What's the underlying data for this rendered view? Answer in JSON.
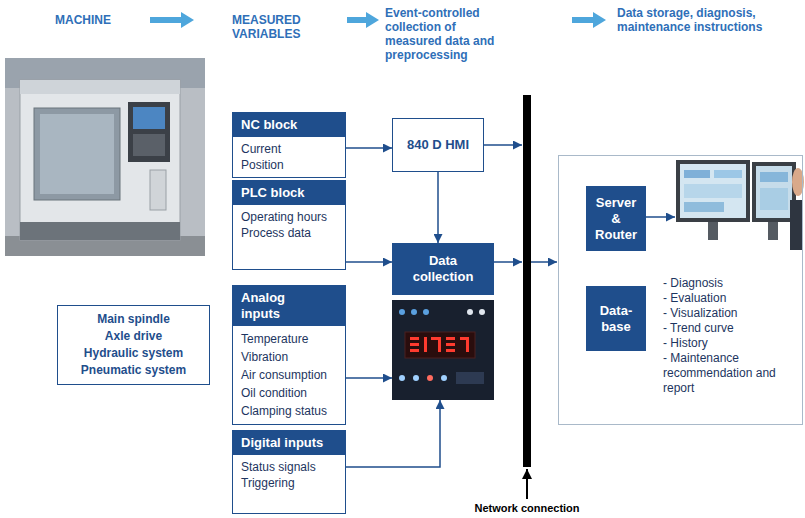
{
  "diagram": {
    "nodes": [
      {
        "text": [
          "Main spindle",
          "Axle drive",
          "Hydraulic system",
          "Pneumatic system"
        ]
      },
      {
        "text": [
          "NC block",
          "Current",
          "Position"
        ]
      },
      {
        "text": [
          "PLC block",
          "Operating hours",
          "Process data"
        ]
      },
      {
        "text": [
          "Analog inputs",
          "Temperature",
          "Vibration",
          "Air consumption",
          "Oil condition",
          "Clamping status"
        ]
      },
      {
        "text": [
          "Digital inputs",
          "Status signals",
          "Triggering"
        ]
      },
      {
        "text": [
          "840 D HMI"
        ]
      },
      {
        "text": [
          "Data collection"
        ]
      },
      {
        "text": [
          "- Diagnosis",
          "- Evaluation",
          "- Visualization",
          "- Trend curve",
          "- History",
          "- Maintenance recommendation and report"
        ]
      },
      {
        "text": [
          "Server & Router"
        ],
        "in": 7
      },
      {
        "text": [
          "Data- base"
        ],
        "in": 7
      }
    ],
    "edges": [
      {
        "from": 1,
        "to": 5,
        "arrow": "to"
      },
      {
        "from": 5,
        "to": 6,
        "arrow": "to"
      },
      {
        "from": 2,
        "to": 6,
        "arrow": "to"
      },
      {
        "from": 3,
        "to": 6,
        "arrow": "to"
      },
      {
        "from": 4,
        "to": 6,
        "arrow": "to"
      }
    ],
    "labels": [
      "MACHINE",
      "MEASURED VARIABLES",
      "Event-controlled collection of measured data and preprocessing",
      "Data storage, diagnosis, maintenance instructions",
      "Network connection"
    ]
  }
}
